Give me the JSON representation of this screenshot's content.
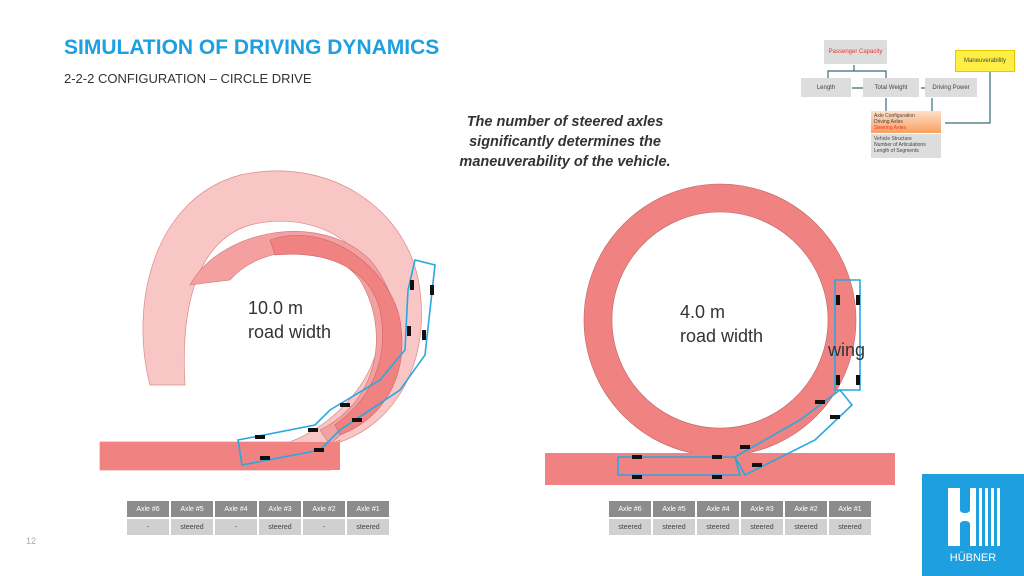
{
  "header": {
    "title": "SIMULATION OF DRIVING DYNAMICS",
    "subtitle": "2-2-2 CONFIGURATION – CIRCLE DRIVE"
  },
  "note": "The number of steered axles significantly determines the maneuverability of the vehicle.",
  "left": {
    "width_label": "10.0 m",
    "road_label": "road width",
    "table": {
      "headers": [
        "Axle #6",
        "Axle #5",
        "Axle #4",
        "Axle #3",
        "Axle #2",
        "Axle #1"
      ],
      "values": [
        "-",
        "steered",
        "-",
        "steered",
        "-",
        "steered"
      ]
    }
  },
  "right": {
    "width_label": "4.0 m",
    "road_label": "road width",
    "annotation": "wing",
    "table": {
      "headers": [
        "Axle #6",
        "Axle #5",
        "Axle #4",
        "Axle #3",
        "Axle #2",
        "Axle #1"
      ],
      "values": [
        "steered",
        "steered",
        "steered",
        "steered",
        "steered",
        "steered"
      ]
    }
  },
  "flow": {
    "passenger": "Passenger Capacity",
    "length": "Length",
    "weight": "Total Weight",
    "power": "Driving Power",
    "maneuver": "Maneuverability",
    "axle": "Axle Configuration",
    "axle_items": [
      "Driving Axles",
      "Steering Axles"
    ],
    "structure": "Vehicle Structure",
    "structure_items": [
      "Number of Articulations",
      "Length of Segments"
    ]
  },
  "page_number": "12",
  "logo": "HÜBNER",
  "colors": {
    "accent": "#1ea0e0",
    "road": "#f08282",
    "road_light": "#f9c6c6",
    "vehicle": "#29a8e0"
  }
}
